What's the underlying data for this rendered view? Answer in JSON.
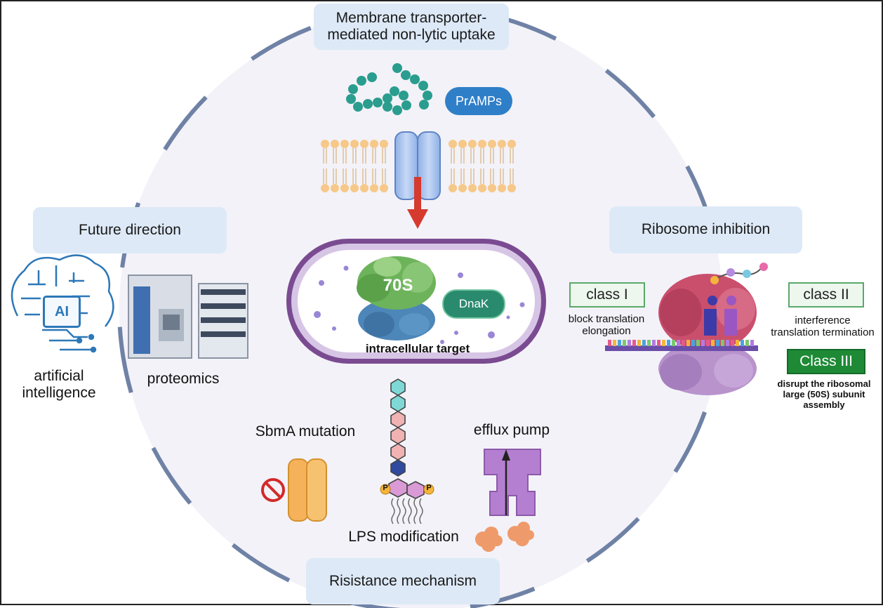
{
  "sections": {
    "top": "Membrane transporter-\nmediated non-lytic uptake",
    "left": "Future direction",
    "right": "Ribosome inhibition",
    "bottom": "Risistance mechanism"
  },
  "uptake": {
    "peptide_label": "PrAMPs"
  },
  "cell": {
    "ribosome_label": "70S",
    "chaperone_label": "DnaK",
    "target_label": "intracellular target"
  },
  "future": {
    "ai_chip": "AI",
    "ai_label": "artificial\nintelligence",
    "proteomics_label": "proteomics"
  },
  "ribosome": {
    "class1": {
      "name": "class I",
      "desc": "block translation\nelongation"
    },
    "class2": {
      "name": "class II",
      "desc": "interference\ntranslation termination"
    },
    "class3": {
      "name": "Class III",
      "desc": "disrupt the ribosomal\nlarge (50S) subunit\nassembly"
    }
  },
  "resistance": {
    "sbma": "SbmA mutation",
    "lps": "LPS modification",
    "efflux": "efflux pump",
    "phosphate": "P"
  },
  "colors": {
    "circle_fill": "#f3f2f8",
    "dash": "#6f82a6",
    "section_box": "#dde9f6",
    "prAMP": "#2a9d8f",
    "pill_blue": "#2f7fc8",
    "membrane": "#f6c889",
    "channel": "#a9c4ee",
    "arrow": "#d63a2e",
    "cell_border": "#7a4b91",
    "ribo_green": "#6db35b",
    "ribo_blue": "#4d86b8",
    "dnak": "#2a8a6e",
    "ribosome_red": "#c94f6d",
    "ribosome_violet": "#b893cc",
    "sbma_orange": "#f5b25a",
    "efflux_purple": "#b47fd1",
    "class_green": "#1e8a36"
  },
  "icons": [
    "prAMP-chain-icon",
    "transporter-channel-icon",
    "ai-brain-icon",
    "mass-spectrometer-icon",
    "ribosome-icon",
    "mrna-strand-icon",
    "prohibited-icon",
    "sbma-transporter-icon",
    "lps-icon",
    "efflux-pump-icon",
    "peptide-blob-icon"
  ]
}
